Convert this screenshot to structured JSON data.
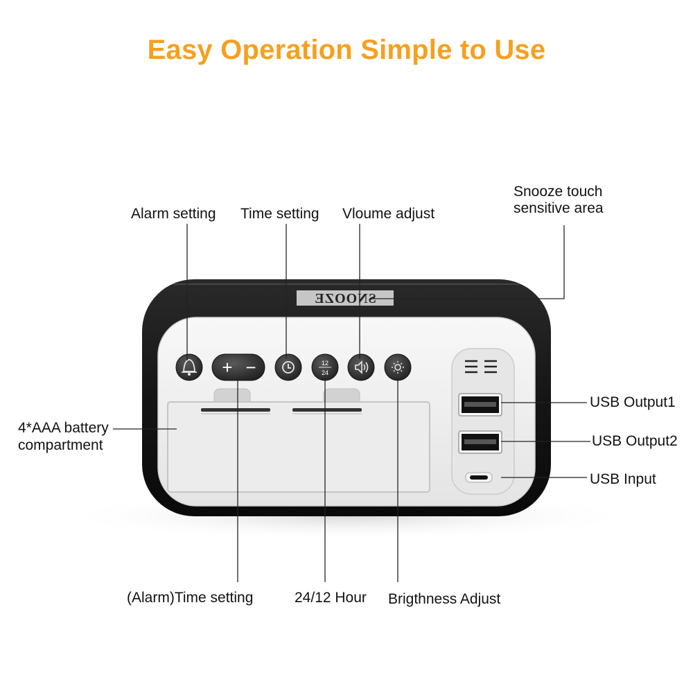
{
  "title": "Easy Operation Simple to Use",
  "device": {
    "snooze_text": "SNOOZE",
    "time_format_top": "12",
    "time_format_bottom": "24",
    "plus_symbol": "+",
    "minus_symbol": "−",
    "buttons": [
      {
        "name": "alarm-button",
        "icon": "bell-icon"
      },
      {
        "name": "plus-minus-button",
        "icon": "plus-minus-icon"
      },
      {
        "name": "time-button",
        "icon": "clock-icon"
      },
      {
        "name": "time-format-button",
        "icon": "12-24-icon"
      },
      {
        "name": "volume-button",
        "icon": "speaker-icon"
      },
      {
        "name": "brightness-button",
        "icon": "sun-icon"
      }
    ]
  },
  "labels": {
    "alarm_setting": "Alarm setting",
    "time_setting": "Time setting",
    "volume_adjust": "Vloume adjust",
    "snooze_line1": "Snooze touch",
    "snooze_line2": "sensitive area",
    "battery_line1": "4*AAA battery",
    "battery_line2": "compartment",
    "usb_output1": "USB Output1",
    "usb_output2": "USB Output2",
    "usb_input": "USB Input",
    "alarm_time_setting": "(Alarm)Time setting",
    "hour_format": "24/12 Hour",
    "brightness_adjust": "Brigthness Adjust"
  }
}
